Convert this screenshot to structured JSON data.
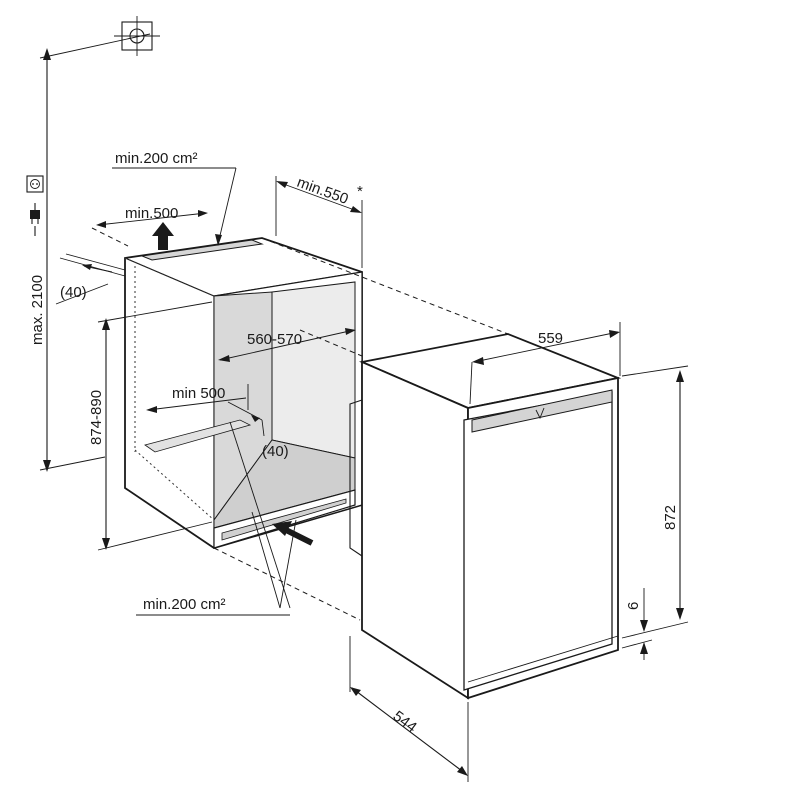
{
  "labels": {
    "max_height": "max. 2100",
    "niche_height": "874-890",
    "top_vent_area": "min.200 cm²",
    "top_vent_width": "min.500",
    "depth_min": "min.550",
    "depth_asterisk": "*",
    "top_gap": "(40)",
    "inner_width": "560-570",
    "bottom_width": "min 500",
    "bottom_gap": "(40)",
    "bottom_vent_area": "min.200 cm²",
    "appliance_width": "559",
    "appliance_height": "872",
    "plinth_gap": "6",
    "appliance_depth": "544"
  },
  "icons": {
    "socket": "power-socket-icon",
    "plug": "power-plug-icon",
    "water": "water-connection-icon"
  },
  "colors": {
    "line": "#1a1a1a",
    "panel_gray": "#d9d9d9",
    "panel_light": "#ececec"
  }
}
